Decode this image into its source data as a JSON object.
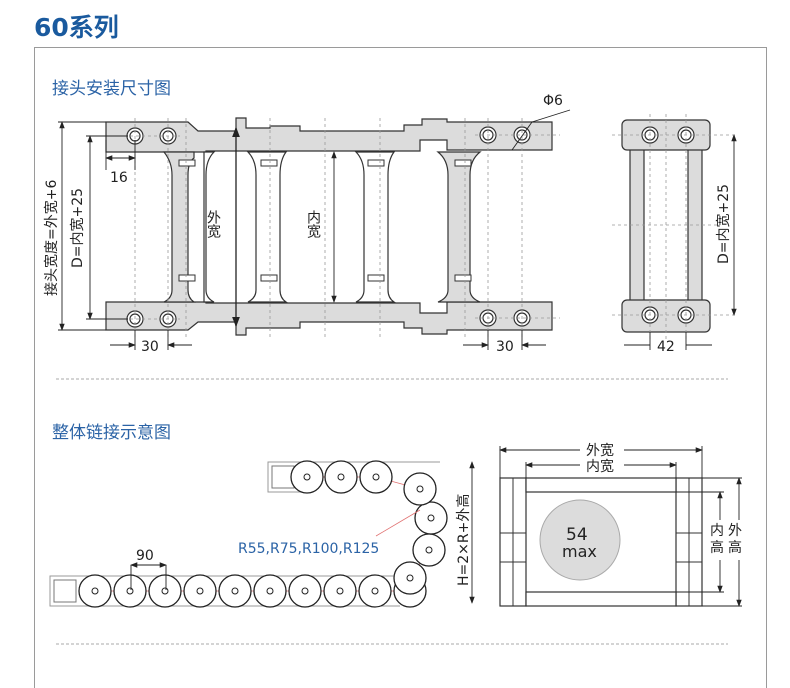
{
  "page_title": "60系列",
  "sections": [
    {
      "title": "接头安装尺寸图",
      "labels": {
        "hole_diameter": "Φ6",
        "left_offset": "16",
        "pitch_left": "30",
        "pitch_right": "30",
        "outer_width": "外宽",
        "inner_width": "内宽",
        "bracket_width": "接头宽度=外宽+6",
        "d_formula": "D=内宽+25",
        "side_d_formula": "D=内宽+25",
        "side_width": "42"
      }
    },
    {
      "title": "整体链接示意图",
      "labels": {
        "link_pitch": "90",
        "bend_radii": "R55,R75,R100,R125",
        "height_formula": "H=2×R+外高",
        "outer_width": "外宽",
        "inner_width": "内宽",
        "max_cable": "54",
        "max_unit": "max",
        "inner_height_1": "内",
        "inner_height_2": "高",
        "outer_height_1": "外",
        "outer_height_2": "高"
      }
    }
  ],
  "colors": {
    "title": "#1a5a9e",
    "section_title": "#2b63a6",
    "part_fill": "#dcdcdc",
    "line": "#333333",
    "centerline": "#e07070"
  }
}
